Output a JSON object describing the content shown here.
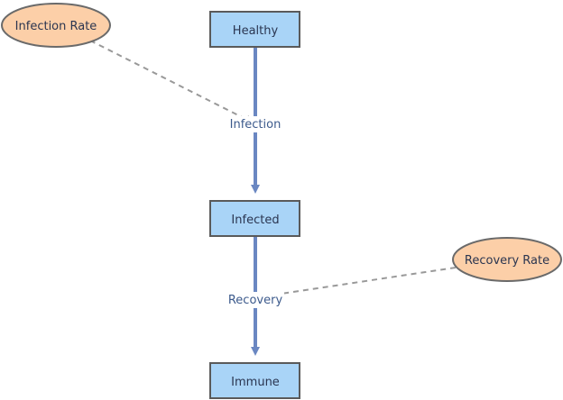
{
  "diagram": {
    "stocks": {
      "healthy": "Healthy",
      "infected": "Infected",
      "immune": "Immune"
    },
    "flows": {
      "infection": "Infection",
      "recovery": "Recovery"
    },
    "auxiliaries": {
      "infection_rate": "Infection Rate",
      "recovery_rate": "Recovery Rate"
    },
    "colors": {
      "stock_fill": "#a9d4f7",
      "auxiliary_fill": "#fccfa8",
      "flow_arrow": "#6a87c2",
      "dashed_link": "#999999"
    }
  }
}
